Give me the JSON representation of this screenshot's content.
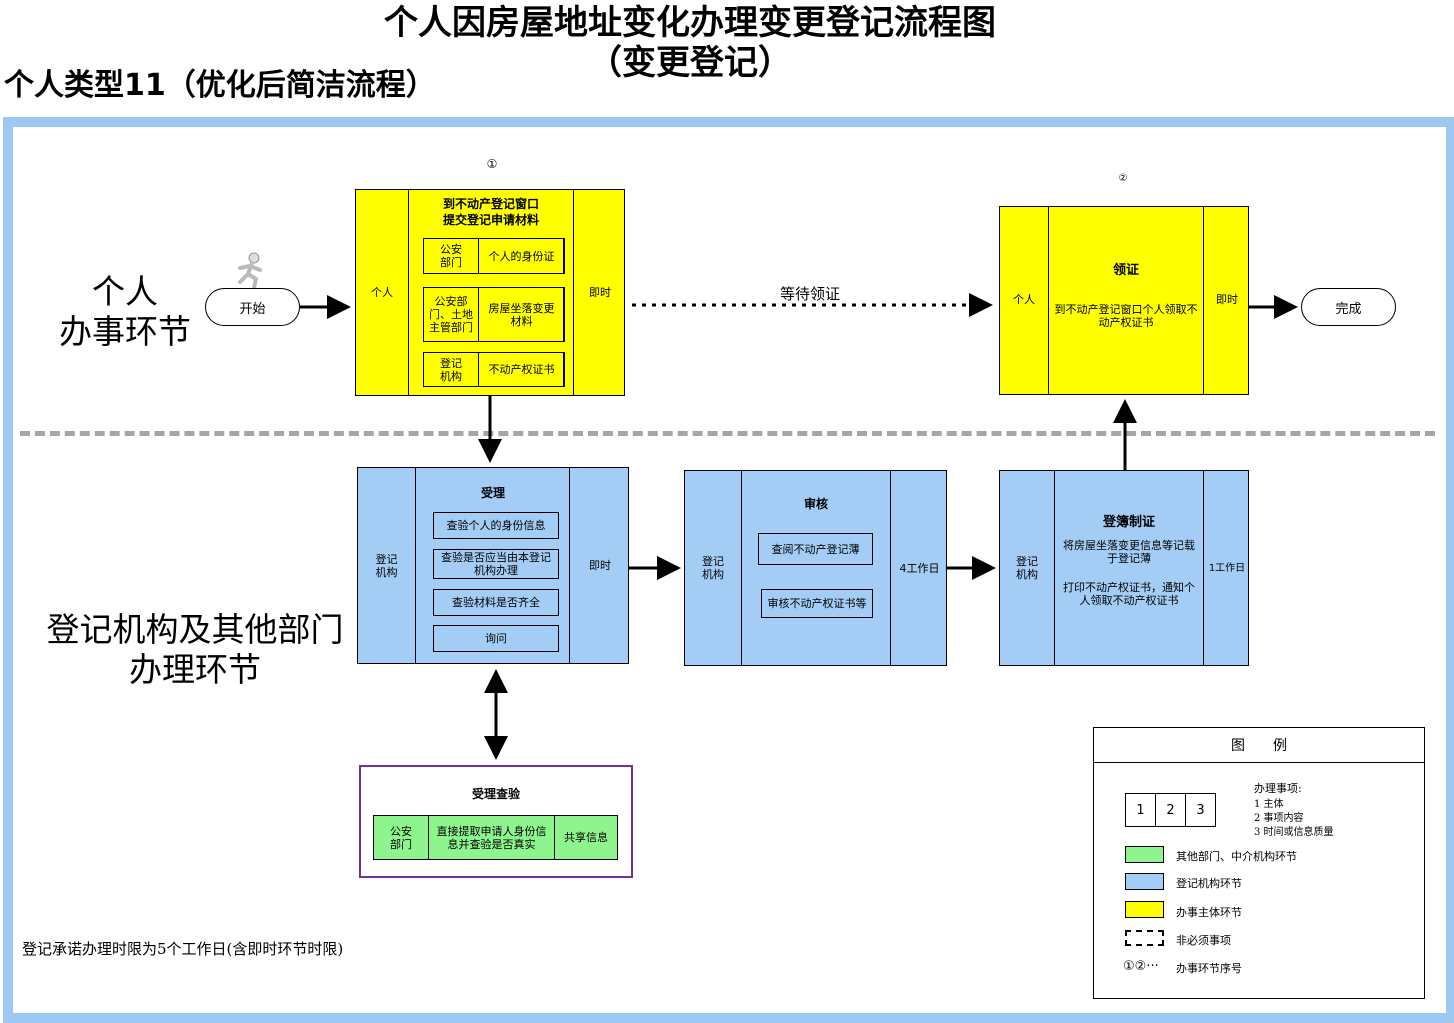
{
  "title": {
    "line1": "个人因房屋地址变化办理变更登记流程图",
    "line2": "（变更登记）"
  },
  "subtitle": "个人类型11（优化后简洁流程）",
  "lanes": {
    "personal": [
      "个人",
      "办事环节"
    ],
    "agency": [
      "登记机构及其他部门",
      "办理环节"
    ]
  },
  "step_markers": {
    "first": "①",
    "second": "②"
  },
  "start_label": "开始",
  "end_label": "完成",
  "wait_label": "等待领证",
  "submit_box": {
    "subject": "个人",
    "title": [
      "到不动产登记窗口",
      "提交登记申请材料"
    ],
    "time": "即时",
    "rows": [
      {
        "dept": [
          "公安",
          "部门"
        ],
        "item": "个人的身份证"
      },
      {
        "dept": [
          "公安部",
          "门、土地",
          "主管部门"
        ],
        "item": "房屋坐落变更材料"
      },
      {
        "dept": [
          "登记",
          "机构"
        ],
        "item": "不动产权证书"
      }
    ]
  },
  "collect_box": {
    "subject": "个人",
    "title": "领证",
    "content": "到不动产登记窗口个人领取不动产权证书",
    "time": "即时"
  },
  "accept_box": {
    "subject": [
      "登记",
      "机构"
    ],
    "title": "受理",
    "items": [
      "查验个人的身份信息",
      "查验是否应当由本登记机构办理",
      "查验材料是否齐全",
      "询问"
    ],
    "time": "即时"
  },
  "review_box": {
    "subject": [
      "登记",
      "机构"
    ],
    "title": "审核",
    "items": [
      "查阅不动产登记薄",
      "审核不动产权证书等"
    ],
    "time": "4工作日"
  },
  "register_box": {
    "subject": [
      "登记",
      "机构"
    ],
    "title": "登簿制证",
    "content1": "将房屋坐落变更信息等记载于登记薄",
    "content2": "打印不动产权证书，通知个人领取不动产权证书",
    "time": "1工作日"
  },
  "verify_box": {
    "title": "受理查验",
    "dept": [
      "公安",
      "部门"
    ],
    "content": "直接提取申请人身份信息并查验是否真实",
    "share": "共享信息"
  },
  "footnote": "登记承诺办理时限为5个工作日(含即时环节时限)",
  "legend": {
    "title": "图　　例",
    "cells": [
      "1",
      "2",
      "3"
    ],
    "cells_desc_title": "办理事项:",
    "cells_desc": [
      "1 主体",
      "2 事项内容",
      "3 时间或信息质量"
    ],
    "green": "其他部门、中介机构环节",
    "blue": "登记机构环节",
    "yellow": "办事主体环节",
    "dashed": "非必须事项",
    "seq_symbol": "①②···",
    "seq": "办事环节序号"
  },
  "colors": {
    "yellow": "#ffff00",
    "blue": "#a4cdf6",
    "green": "#8ef58e",
    "frame": "#9cc8f2",
    "purple_border": "#7030a0"
  }
}
